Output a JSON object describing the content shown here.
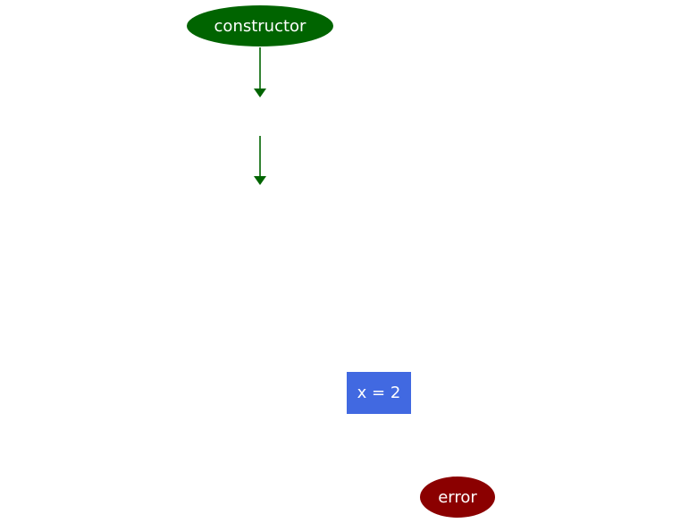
{
  "diagram": {
    "nodes": {
      "constructor": {
        "label": "constructor",
        "color": "#006400"
      },
      "assign": {
        "label": "x = 2",
        "color": "#4169e1"
      },
      "error": {
        "label": "error",
        "color": "#8b0000"
      }
    },
    "edge_color": "#006400"
  }
}
